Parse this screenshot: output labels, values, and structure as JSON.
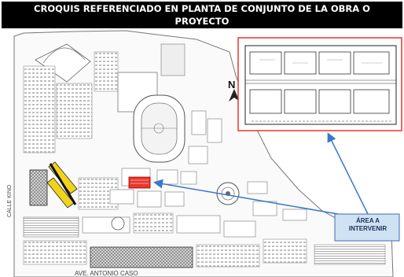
{
  "header": {
    "title": "CROQUIS REFERENCIADO EN PLANTA DE CONJUNTO  DE LA  OBRA O PROYECTO"
  },
  "map": {
    "street_left": "CALLE KINO",
    "street_bottom": "AVE. ANTONIO CASO",
    "north_letter": "N",
    "callout": "ÁREA A INTERVENIR",
    "colors": {
      "highlight_red": "#e8372c",
      "callout_bg": "#cfe2f3",
      "callout_border": "#3b6fb6",
      "arrow_blue": "#3b77c9",
      "accent_yellow": "#f2d21b"
    }
  }
}
